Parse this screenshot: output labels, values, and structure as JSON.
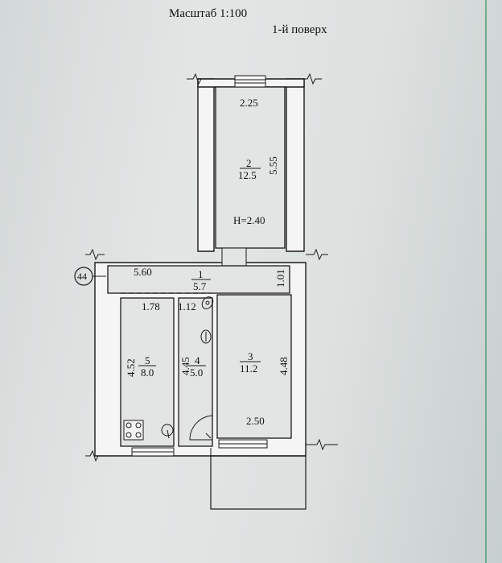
{
  "header": {
    "scale": "Масштаб 1:100",
    "floor": "1-й поверх"
  },
  "marker": "44",
  "rooms": [
    {
      "number": "1",
      "area": "5.7"
    },
    {
      "number": "2",
      "area": "12.5",
      "height": "H=2.40"
    },
    {
      "number": "3",
      "area": "11.2"
    },
    {
      "number": "4",
      "area": "5.0"
    },
    {
      "number": "5",
      "area": "8.0"
    }
  ],
  "dimensions": {
    "room2_width": "2.25",
    "room2_length": "5.55",
    "hall_width": "5.60",
    "hall_depth": "1.01",
    "room5_width": "1.78",
    "bath_width": "1.12",
    "room5_length": "4.52",
    "room4_length": "4.45",
    "room3_length": "4.48",
    "room3_width": "2.50"
  }
}
